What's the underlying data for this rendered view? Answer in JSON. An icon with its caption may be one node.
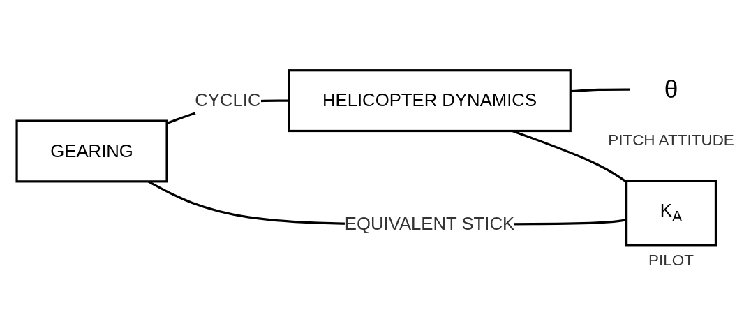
{
  "diagram": {
    "nodes": [
      {
        "text": [
          "GEARING"
        ]
      },
      {
        "text": [
          "HELICOPTER DYNAMICS"
        ]
      },
      {
        "text": [
          "θ"
        ],
        "beside": [
          "PITCH ATTITUDE"
        ]
      },
      {
        "text": [
          "K$_{A}$"
        ],
        "beside": [
          "PILOT"
        ]
      }
    ],
    "edges": [
      {
        "from": 0,
        "to": 1,
        "arrow": "none",
        "label": "CYCLIC"
      },
      {
        "from": 1,
        "to": 2,
        "arrow": "none"
      },
      {
        "from": 1,
        "to": 3,
        "arrow": "none"
      },
      {
        "from": 3,
        "to": 0,
        "arrow": "none",
        "label": "EQUIVALENT STICK"
      }
    ]
  }
}
